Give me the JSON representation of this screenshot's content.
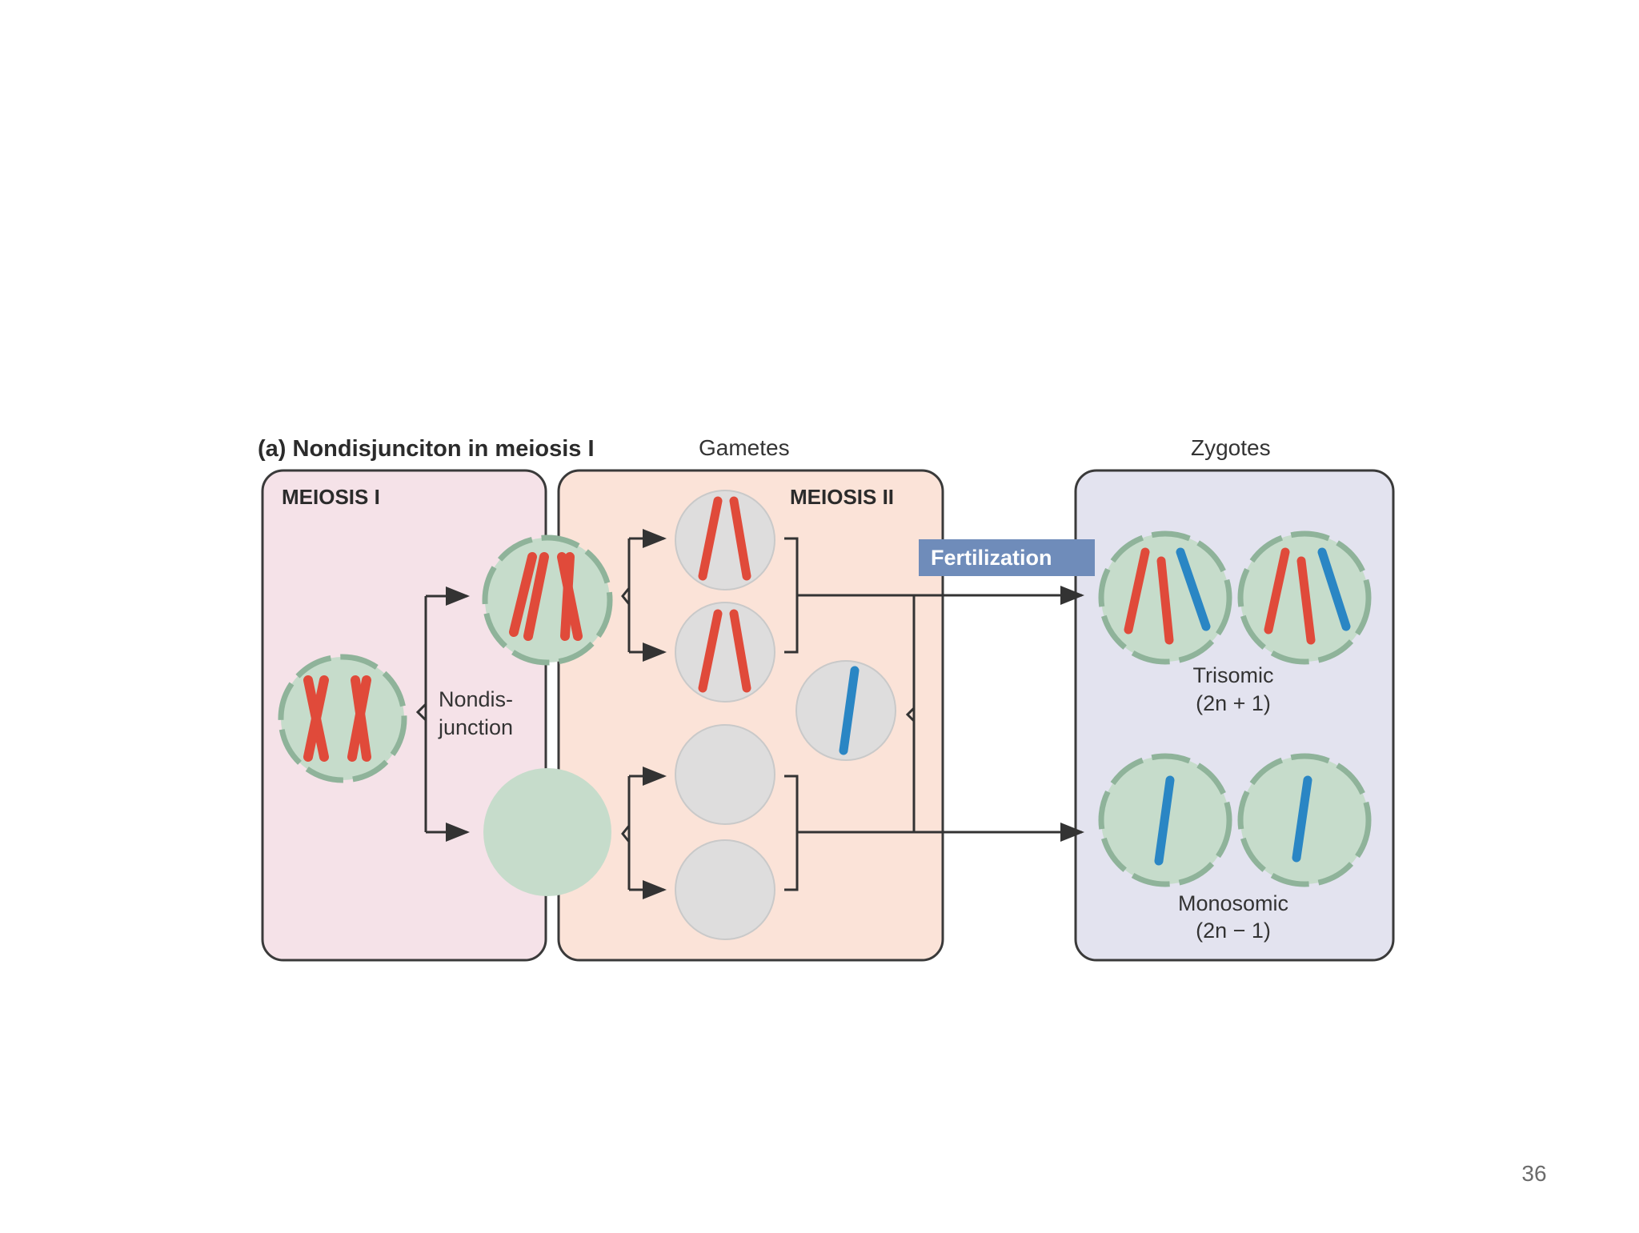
{
  "diagram": {
    "heading": "(a) Nondisjunciton in meiosis I",
    "gametes_label": "Gametes",
    "zygotes_label": "Zygotes",
    "meiosis1_label": "MEIOSIS I",
    "meiosis2_label": "MEIOSIS II",
    "nondisjunction_label": [
      "Nondis-",
      "junction"
    ],
    "fertilization_label": "Fertilization",
    "trisomic_label": "Trisomic",
    "trisomic_formula": "(2n + 1)",
    "monosomic_label": "Monosomic",
    "monosomic_formula": "(2n − 1)"
  },
  "colors": {
    "meiosis1_panel": "#f5e2e8",
    "meiosis2_panel": "#fbe3d8",
    "zygote_panel": "#e3e3ef",
    "cell_green": "#c6dccb",
    "cell_gray": "#dedddd",
    "chromosome_red": "#e04a3a",
    "chromosome_blue": "#2a86c4",
    "fertilization_box": "#6f8cba",
    "arrow": "#333333"
  },
  "page_number": "36"
}
